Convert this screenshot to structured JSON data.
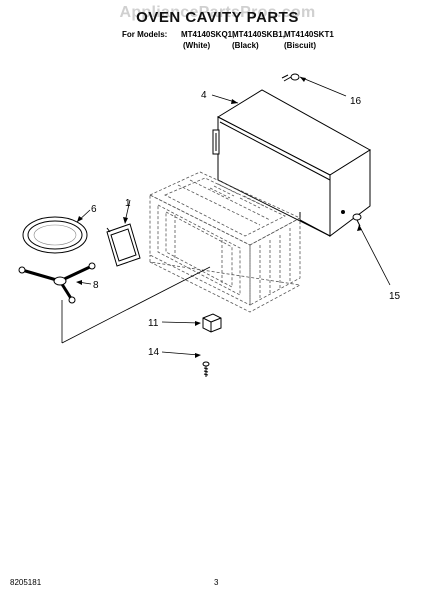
{
  "header": {
    "watermark": "AppliancePartsPros.com",
    "title": "OVEN CAVITY PARTS",
    "models_prefix": "For Models:",
    "models": [
      "MT4140SKQ1,",
      "MT4140SKB1,",
      "MT4140SKT1"
    ],
    "colors": [
      "(White)",
      "(Black)",
      "(Biscuit)"
    ]
  },
  "callouts": {
    "c1": "1",
    "c4": "4",
    "c6": "6",
    "c8": "8",
    "c11": "11",
    "c14": "14",
    "c15": "15",
    "c16": "16"
  },
  "footer": {
    "doc_number": "8205181",
    "page_number": "3"
  }
}
